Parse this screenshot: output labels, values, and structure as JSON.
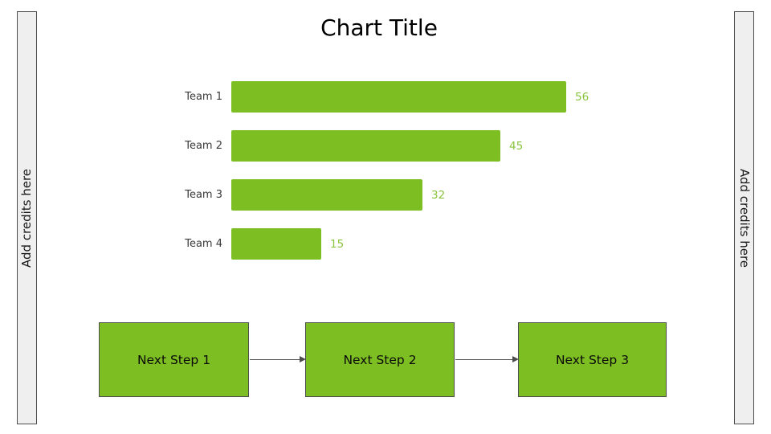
{
  "title": "Chart Title",
  "credits": {
    "left": "Add credits here",
    "right": "Add credits here"
  },
  "chart_data": {
    "type": "bar",
    "orientation": "horizontal",
    "title": "Chart Title",
    "categories": [
      "Team 1",
      "Team 2",
      "Team 3",
      "Team 4"
    ],
    "values": [
      56,
      45,
      32,
      15
    ],
    "xlim": [
      0,
      60
    ],
    "grid": false,
    "legend": false,
    "bar_color": "#7DBE23",
    "value_label_color": "#8AC43E",
    "category_label_color": "#3A3A3A"
  },
  "flow_steps": [
    {
      "label": "Next Step 1"
    },
    {
      "label": "Next Step 2"
    },
    {
      "label": "Next Step 3"
    }
  ],
  "colors": {
    "green": "#7DBE23",
    "value_green": "#8AC43E",
    "outline_gray": "#4D4D4D",
    "credit_strip_bg": "#EFEFEF",
    "background": "#FFFFFF"
  }
}
